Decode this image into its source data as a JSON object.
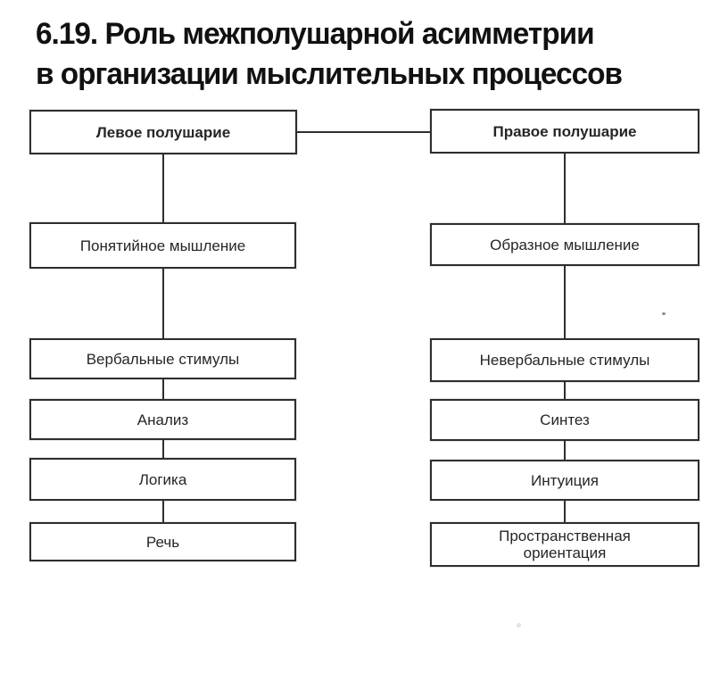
{
  "title": {
    "line1": "6.19. Роль межполушарной асимметрии",
    "line2": "в организации мыслительных процессов"
  },
  "diagram": {
    "left_column": {
      "boxes": [
        {
          "label": "Левое полушарие"
        },
        {
          "label": "Понятийное мышление"
        },
        {
          "label": "Вербальные стимулы"
        },
        {
          "label": "Анализ"
        },
        {
          "label": "Логика"
        },
        {
          "label": "Речь"
        }
      ]
    },
    "right_column": {
      "boxes": [
        {
          "label": "Правое полушарие"
        },
        {
          "label": "Образное мышление"
        },
        {
          "label": "Невербальные стимулы"
        },
        {
          "label": "Синтез"
        },
        {
          "label": "Интуиция"
        },
        {
          "label": "Пространственная\nориентация"
        }
      ]
    },
    "colors": {
      "ink": "#2e2e2e",
      "background": "#ffffff"
    }
  }
}
